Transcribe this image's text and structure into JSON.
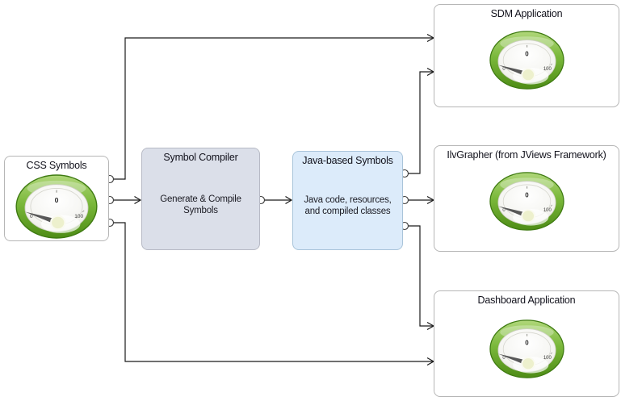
{
  "nodes": {
    "css_symbols": {
      "title": "CSS Symbols"
    },
    "symbol_compiler": {
      "title": "Symbol Compiler",
      "body": "Generate & Compile Symbols"
    },
    "java_symbols": {
      "title": "Java-based Symbols",
      "body": "Java code, resources, and compiled classes"
    },
    "sdm_app": {
      "title": "SDM Application"
    },
    "ilv_grapher": {
      "title": "IlvGrapher (from JViews Framework)"
    },
    "dashboard_app": {
      "title": "Dashboard Application"
    }
  },
  "gauge": {
    "value": "0",
    "min_label": "0",
    "max_label": "100"
  },
  "colors": {
    "compiler_fill": "#dbdfe9",
    "java_fill": "#dcebfa",
    "node_border": "#b6b6b6",
    "connector_line": "#1a1a1a",
    "gauge_ring_green": "#5d9b21",
    "gauge_knob": "#edf0cd",
    "text": "#12121c"
  }
}
